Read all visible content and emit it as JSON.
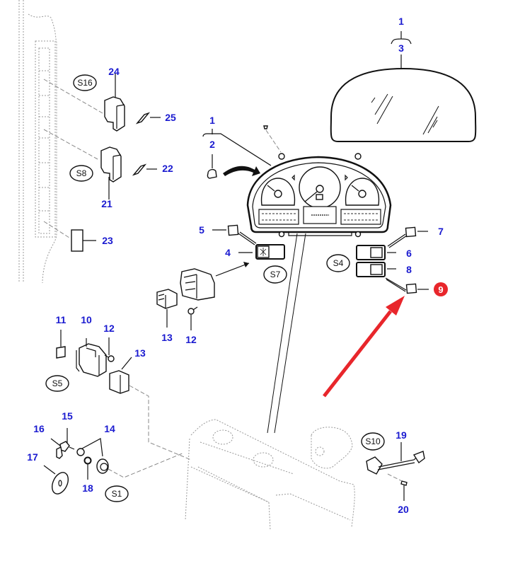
{
  "diagram": {
    "title": "Instrument panel and switches exploded parts diagram",
    "callouts": {
      "c1a": "1",
      "c3": "3",
      "c1b": "1",
      "c2": "2",
      "c4": "4",
      "c5": "5",
      "c6": "6",
      "c7": "7",
      "c8": "8",
      "c9": "9",
      "c10": "10",
      "c11": "11",
      "c12a": "12",
      "c12b": "12",
      "c13a": "13",
      "c13b": "13",
      "c14": "14",
      "c15": "15",
      "c16": "16",
      "c17": "17",
      "c18": "18",
      "c19": "19",
      "c20": "20",
      "c21": "21",
      "c22": "22",
      "c23": "23",
      "c24": "24",
      "c25": "25"
    },
    "switch_refs": {
      "s16": "S16",
      "s8": "S8",
      "s7": "S7",
      "s4": "S4",
      "s5": "S5",
      "s1": "S1",
      "s10": "S10"
    },
    "highlight": {
      "part": "9",
      "color": "#e8262b",
      "arrow_color": "#e8262b"
    },
    "colors": {
      "callout_text": "#1a1ad0",
      "line": "#111111"
    }
  }
}
